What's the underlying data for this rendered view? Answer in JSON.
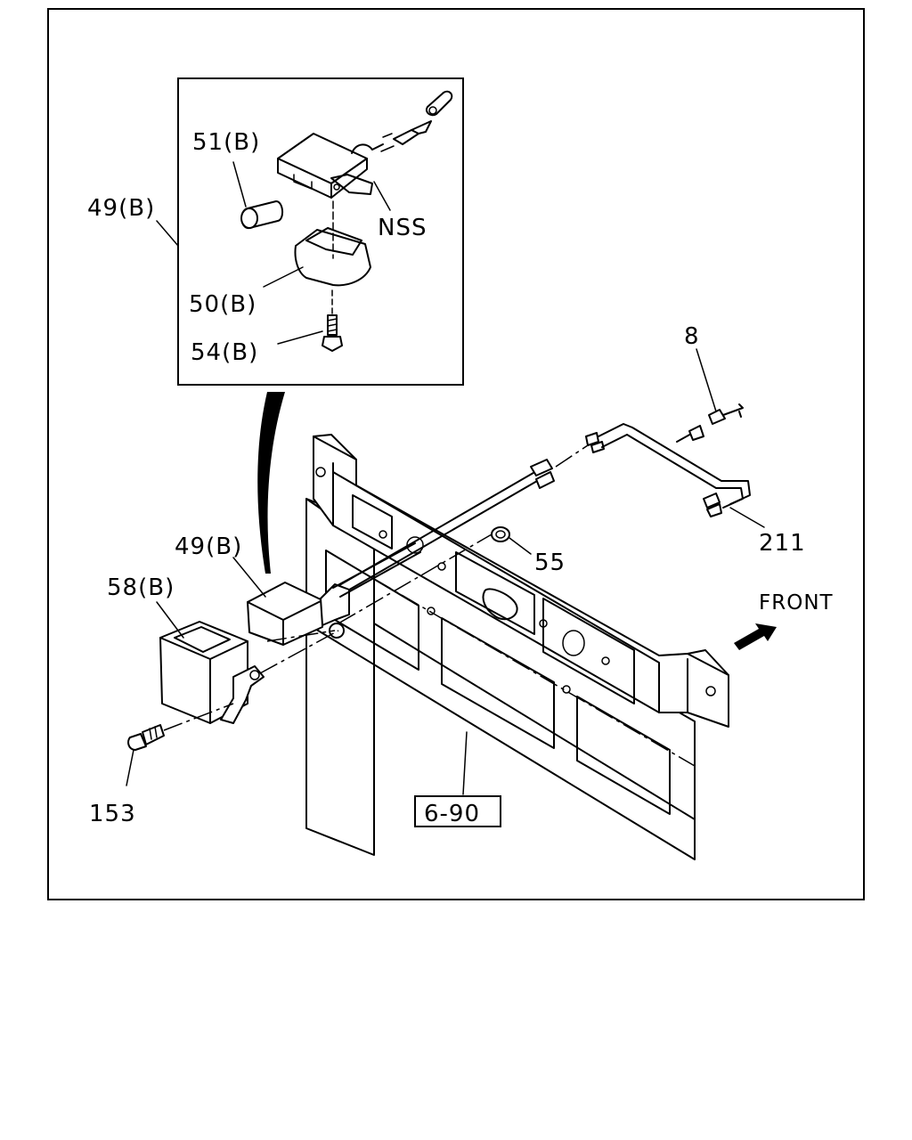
{
  "labels": {
    "inset_part_49": "49(B)",
    "part_51": "51(B)",
    "nss": "NSS",
    "part_50": "50(B)",
    "part_54": "54(B)",
    "part_8": "8",
    "part_211": "211",
    "part_55": "55",
    "front": "FRONT",
    "part_49": "49(B)",
    "part_58": "58(B)",
    "part_153": "153",
    "ref_box": "6-90"
  },
  "icons": {
    "front_arrow": "front-direction-arrow-icon"
  }
}
